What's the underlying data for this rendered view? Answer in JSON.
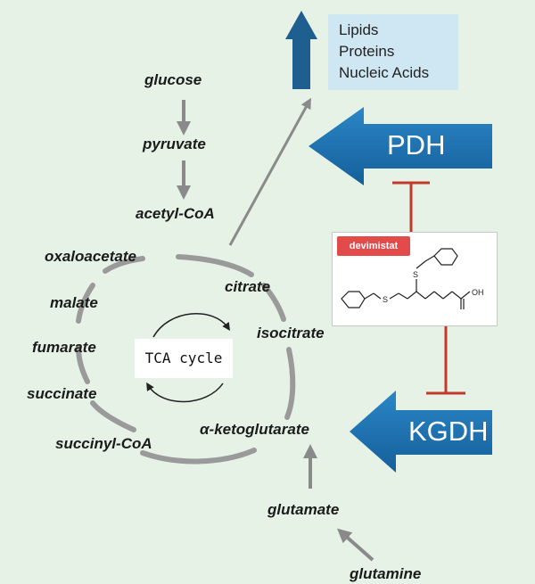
{
  "products": {
    "lipids": "Lipids",
    "proteins": "Proteins",
    "nucleic_acids": "Nucleic Acids"
  },
  "enzymes": {
    "pdh": "PDH",
    "kgdh": "KGDH"
  },
  "drug": {
    "name": "devimistat",
    "hydroxyl": "OH",
    "sulfur": "S"
  },
  "metabolites": {
    "glucose": "glucose",
    "pyruvate": "pyruvate",
    "acetyl_coa": "acetyl-CoA",
    "oxaloacetate": "oxaloacetate",
    "citrate": "citrate",
    "malate": "malate",
    "isocitrate": "isocitrate",
    "fumarate": "fumarate",
    "succinate": "succinate",
    "succinyl_coa": "succinyl-CoA",
    "alpha_ketoglutarate": "α-ketoglutarate",
    "glutamate": "glutamate",
    "glutamine": "glutamine"
  },
  "cycle": {
    "label": "TCA cycle"
  },
  "colors": {
    "background": "#e6f2e5",
    "enzyme_arrow": "#1b73b3",
    "products_arrow": "#1f5f8f",
    "products_box": "#cfe6f3",
    "inhibition": "#c0392b",
    "pathway_gray": "#8a8a8a",
    "drug_badge": "#e34b4b"
  }
}
